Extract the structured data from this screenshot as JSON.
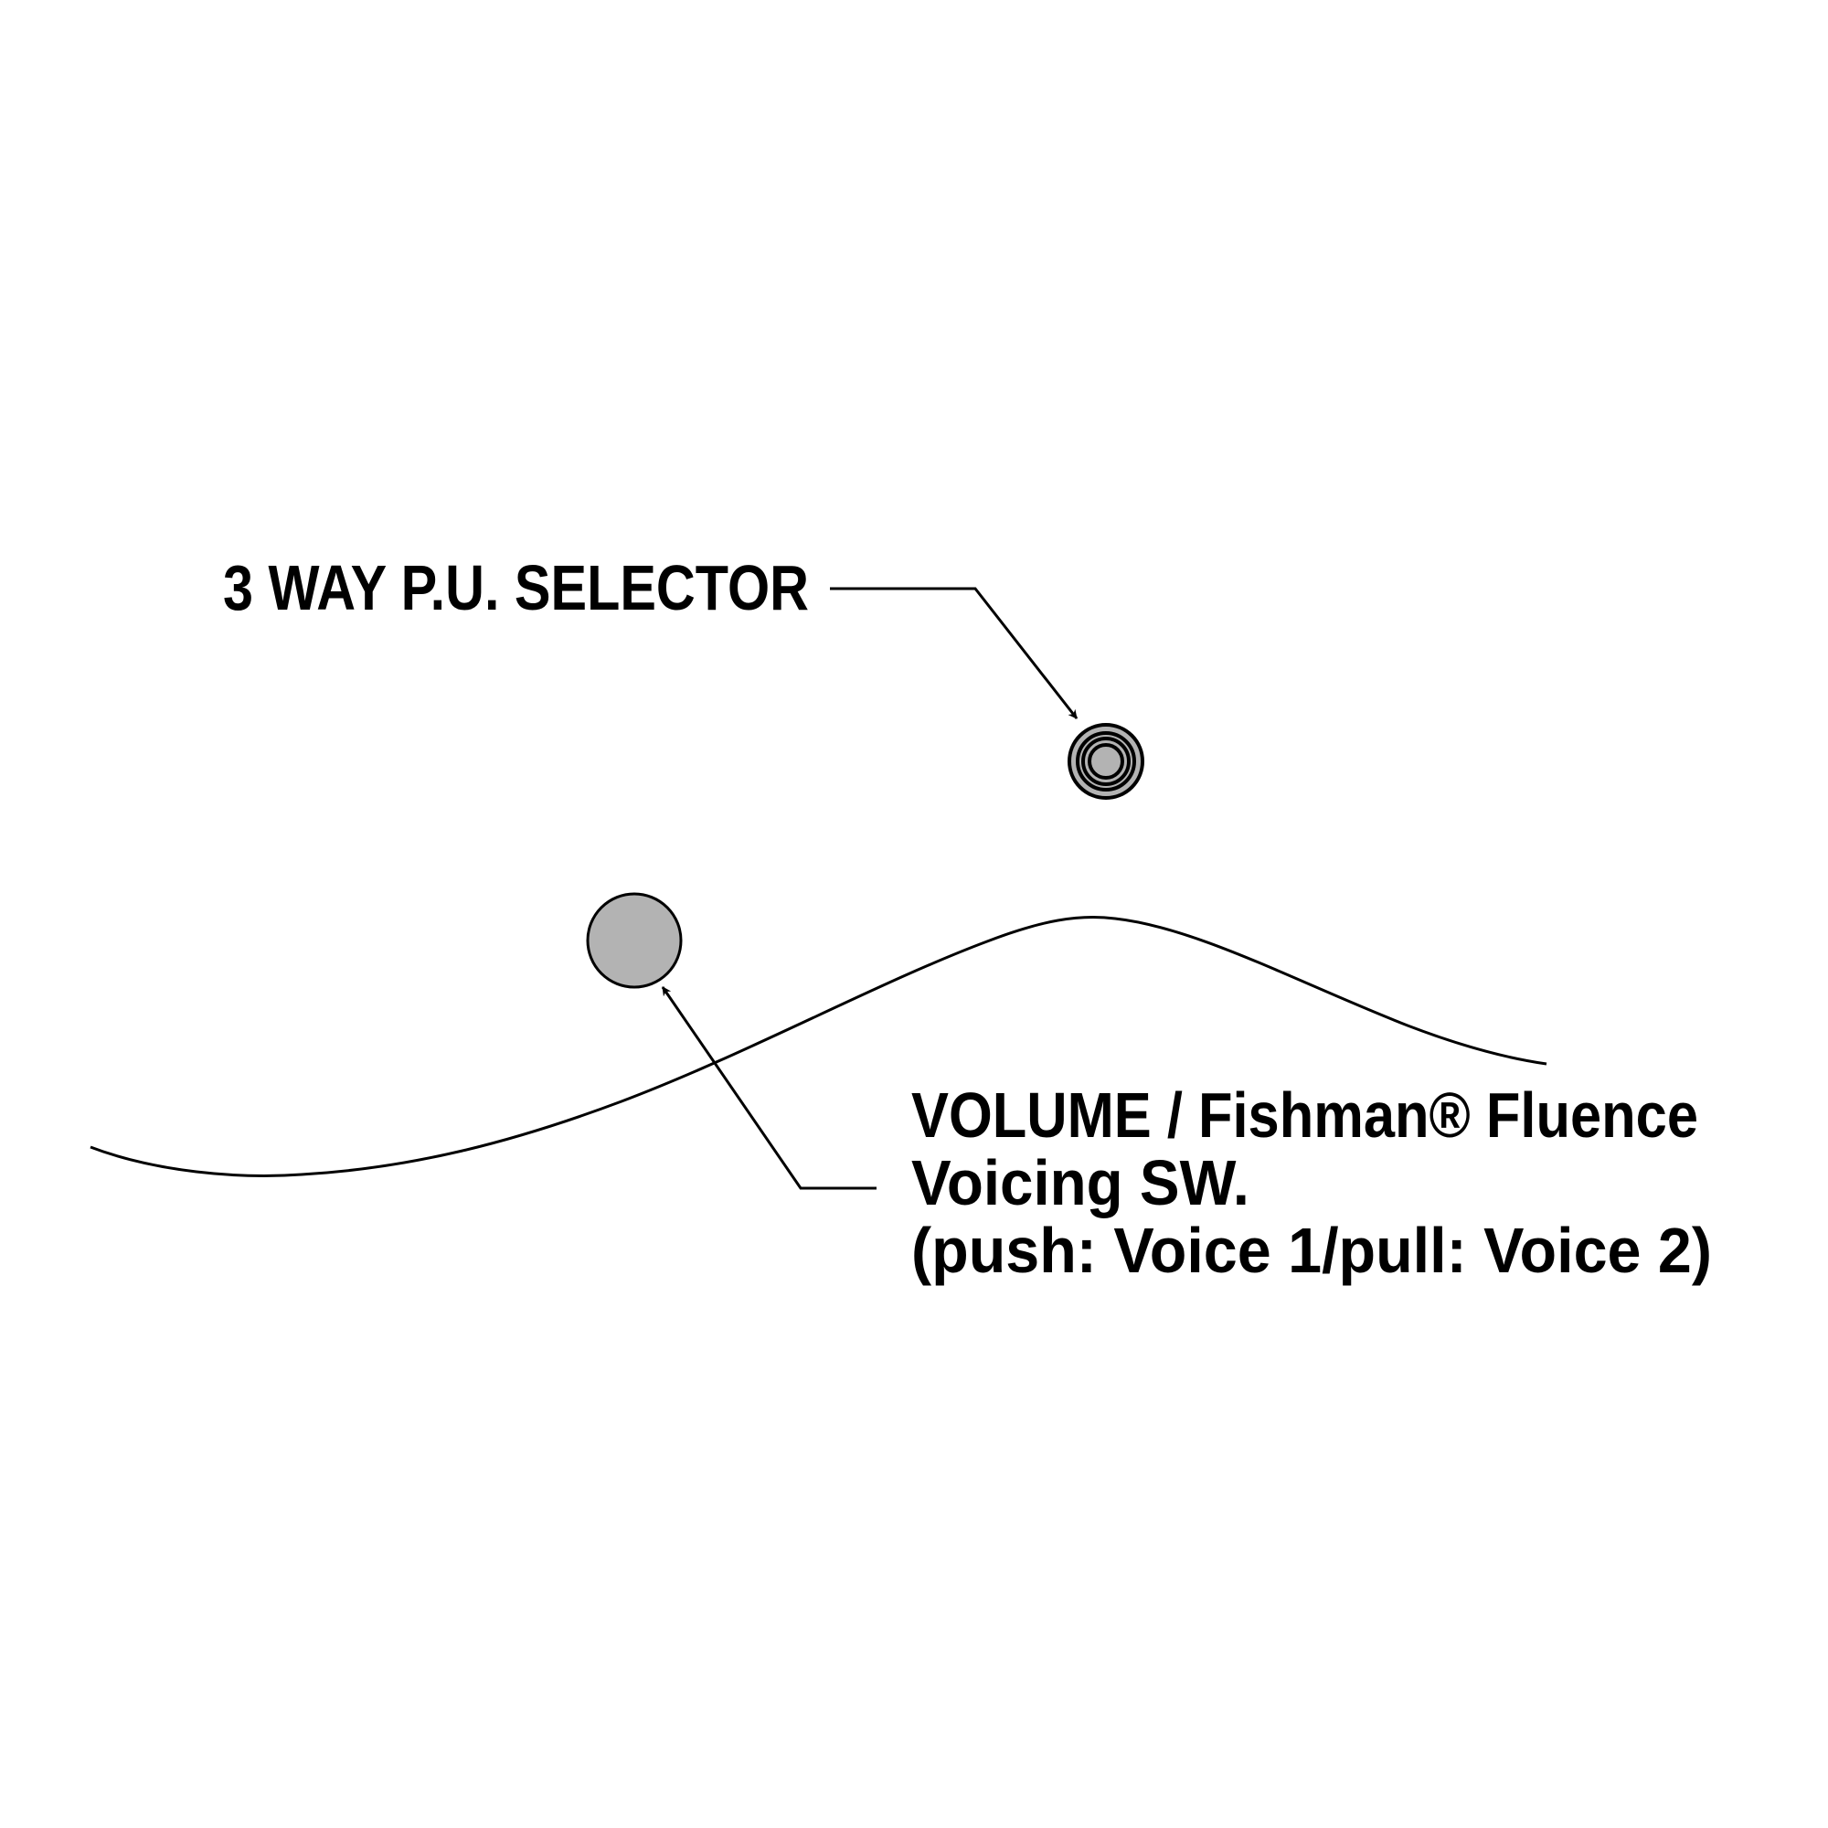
{
  "labels": {
    "selector": "3 WAY P.U. SELECTOR",
    "volume_line1": "VOLUME / Fishman® Fluence",
    "volume_line2": "Voicing SW.",
    "volume_line3": "(push: Voice 1/pull: Voice 2)"
  },
  "colors": {
    "knob_fill": "#b3b3b3",
    "line": "#000000",
    "background": "#ffffff"
  }
}
